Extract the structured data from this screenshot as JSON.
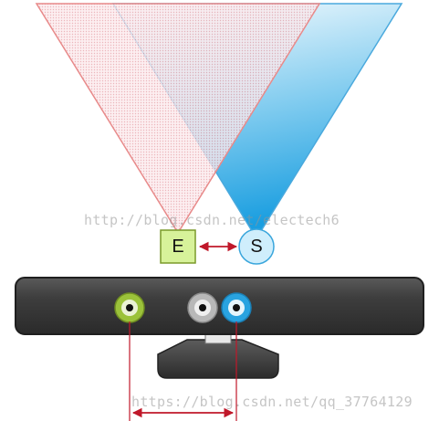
{
  "diagram": {
    "emitter_label": "E",
    "sensor_label": "S",
    "colors": {
      "emitter_fill": "#d7f29a",
      "emitter_stroke": "#7a9a2a",
      "sensor_fill": "#cfeefc",
      "sensor_stroke": "#3aa6dc",
      "emitter_cone_stroke": "#e88a8a",
      "sensor_cone_stroke": "#4aa9dd",
      "arrow": "#c0182a",
      "device_body": "#3c3c3c",
      "lens_green": "#9bc23a",
      "lens_gray": "#b8b8b8",
      "lens_blue": "#29a3e0"
    },
    "icons": [
      "emitter-cone",
      "sensor-cone",
      "double-arrow",
      "kinect-device",
      "camera-lens"
    ]
  },
  "watermarks": {
    "top": "http://blog.csdn.net/electech6",
    "bottom": "https://blog.csdn.net/qq_37764129"
  }
}
